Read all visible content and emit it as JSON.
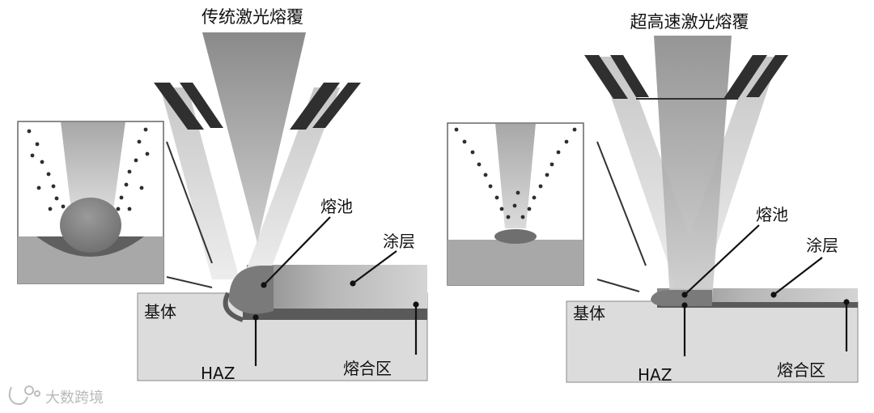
{
  "left_panel": {
    "title": "传统激光熔覆",
    "labels": {
      "melt_pool": "熔池",
      "coating": "涂层",
      "substrate": "基体",
      "haz": "HAZ",
      "fusion_zone": "熔合区"
    }
  },
  "right_panel": {
    "title": "超高速激光熔覆",
    "labels": {
      "melt_pool": "熔池",
      "coating": "涂层",
      "substrate": "基体",
      "haz": "HAZ",
      "fusion_zone": "熔合区"
    }
  },
  "watermark": {
    "text": "大数跨境"
  },
  "colors": {
    "substrate": "#dcdcdc",
    "coating": "#c6c6c6",
    "melt_pool": "#7d7d7d",
    "beam_outer": "#d6d6d6",
    "beam_core": "#8c8c8c",
    "nozzle": "#333333",
    "particle": "#2e2e2e"
  }
}
